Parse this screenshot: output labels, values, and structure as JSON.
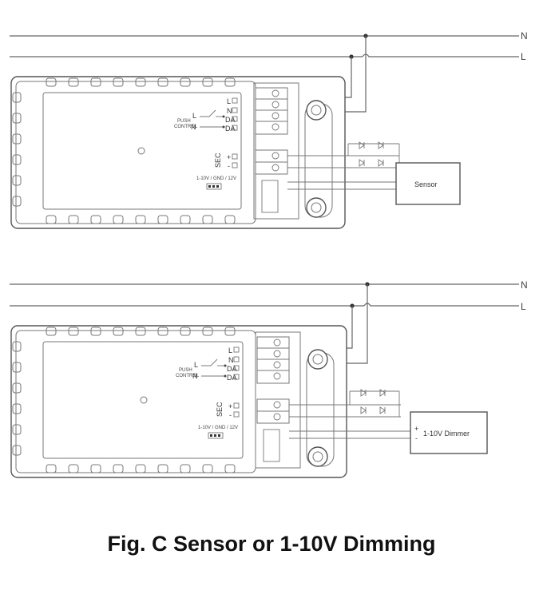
{
  "lines": {
    "neutral": "N",
    "live": "L"
  },
  "driver": {
    "terminals": [
      "L",
      "N",
      "DA",
      "DA"
    ],
    "push_labels": [
      "PUSH",
      "CONTROL"
    ],
    "sec_label": "SEC",
    "plus": "+",
    "minus": "-",
    "dip_label": "1-10V / GND / 12V"
  },
  "devices": {
    "top": "Sensor",
    "bottom": "1-10V Dimmer"
  },
  "caption": "Fig. C  Sensor or 1-10V Dimming"
}
